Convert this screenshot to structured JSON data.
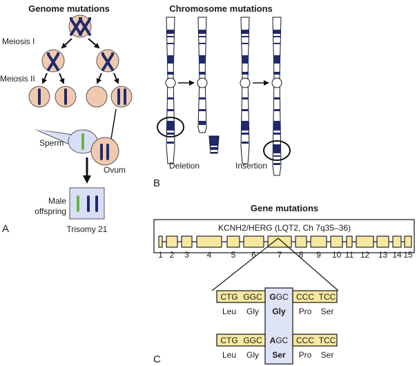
{
  "colors": {
    "cell_fill": "#f0c9ae",
    "chromosome_blue": "#1f2a6e",
    "sperm_green": "#6cb33f",
    "offspring_box": "#d8def5",
    "exon_yellow": "#f6e8a0",
    "highlight_box": "#dfe3f6"
  },
  "panel_a": {
    "title": "Genome mutations",
    "label_meiosis1": "Meiosis I",
    "label_meiosis2": "Meiosis II",
    "label_sperm": "Sperm",
    "label_ovum": "Ovum",
    "label_offspring_line1": "Male",
    "label_offspring_line2": "offspring",
    "label_trisomy": "Trisomy 21",
    "panel_letter": "A"
  },
  "panel_b": {
    "title": "Chromosome mutations",
    "label_deletion": "Deletion",
    "label_insertion": "Insertion",
    "panel_letter": "B"
  },
  "panel_c": {
    "title": "Gene mutations",
    "gene_label": "KCNH2/HERG (LQT2, Ch 7q35–36)",
    "exons": [
      "1",
      "2",
      "3",
      "4",
      "5",
      "6",
      "7",
      "8",
      "9",
      "10",
      "11",
      "12",
      "13",
      "14",
      "15"
    ],
    "normal": {
      "codons": [
        "CTG",
        "GGC",
        "GGC",
        "CCC",
        "TCC"
      ],
      "mutated_base": "G",
      "mutated_rest": "GC",
      "amino_acids": [
        "Leu",
        "Gly",
        "Gly",
        "Pro",
        "Ser"
      ]
    },
    "mutant": {
      "codons": [
        "CTG",
        "GGC",
        "AGC",
        "CCC",
        "TCC"
      ],
      "mutated_base": "A",
      "mutated_rest": "GC",
      "amino_acids": [
        "Leu",
        "Gly",
        "Ser",
        "Pro",
        "Ser"
      ]
    },
    "panel_letter": "C"
  }
}
